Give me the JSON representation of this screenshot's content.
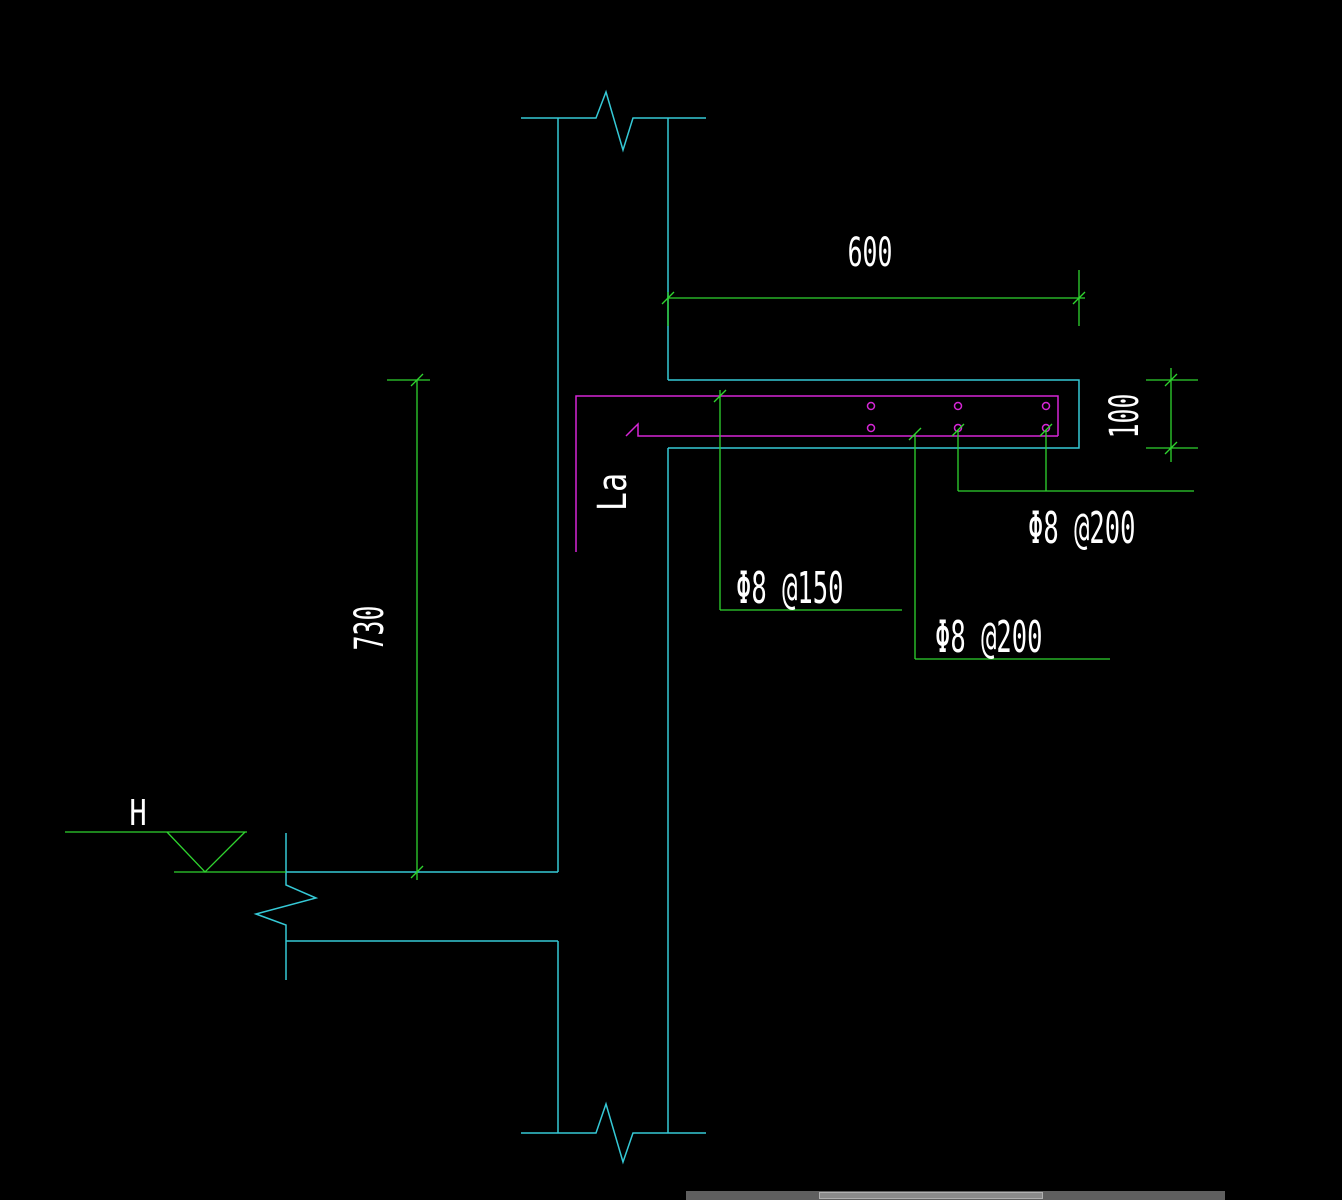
{
  "colors": {
    "background": "#000000",
    "concrete_outline": "#35c9d6",
    "dimension": "#2fd42f",
    "rebar": "#d626d6",
    "text": "#ffffff"
  },
  "dimensions": {
    "slab_width": "600",
    "slab_thickness": "100",
    "height_above_level": "730"
  },
  "labels": {
    "anchorage_length": "La",
    "level_mark": "H"
  },
  "rebar_notes": {
    "top_bars": "Φ8 @150",
    "bottom_bars": "Φ8 @200",
    "distribution_bars": "Φ8 @200"
  }
}
